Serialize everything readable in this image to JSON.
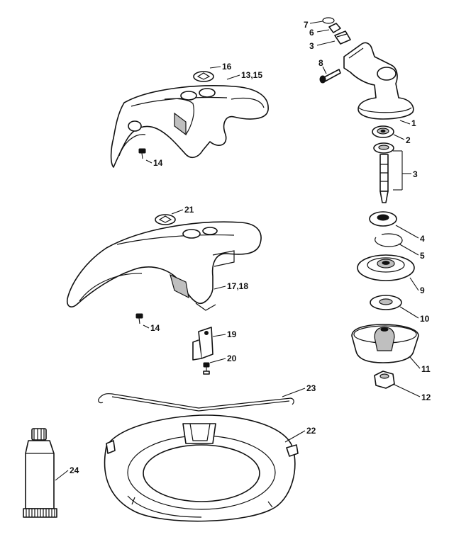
{
  "labels": {
    "p1": "1",
    "p2": "2",
    "p3a": "3",
    "p3b": "3",
    "p4": "4",
    "p5": "5",
    "p6": "6",
    "p7": "7",
    "p8": "8",
    "p9": "9",
    "p10": "10",
    "p11": "11",
    "p12": "12",
    "p13_15": "13,15",
    "p14a": "14",
    "p14b": "14",
    "p16": "16",
    "p17_18": "17,18",
    "p19": "19",
    "p20": "20",
    "p21": "21",
    "p22": "22",
    "p23": "23",
    "p24": "24"
  }
}
